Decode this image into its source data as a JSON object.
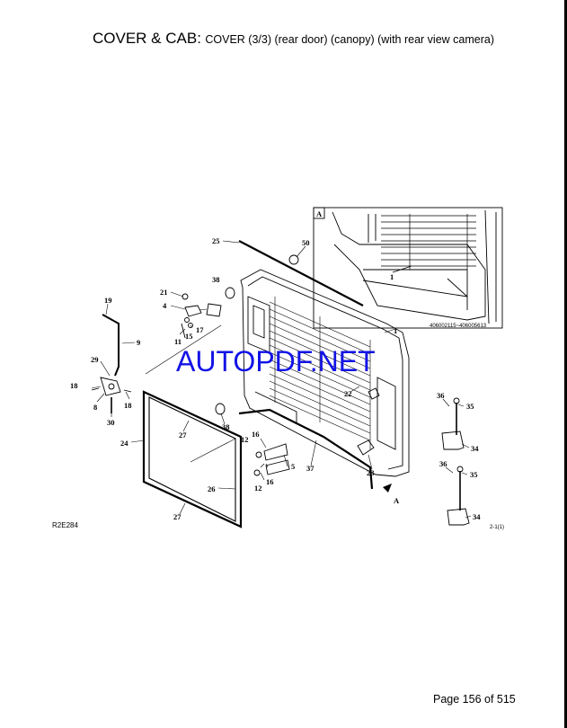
{
  "header": {
    "title_main": "COVER & CAB:",
    "title_sub": "COVER (3/3) (rear door) (canopy) (with rear view camera)"
  },
  "diagram": {
    "detail_label": "A",
    "detail_part_range": "406002115~406005613",
    "view_arrow_label": "A",
    "revision_mark": "2-1(1)",
    "callouts": {
      "c1a": "1",
      "c1b": "1",
      "c4": "4",
      "c5": "5",
      "c8": "8",
      "c9": "9",
      "c11": "11",
      "c12a": "12",
      "c12b": "12",
      "c15": "15",
      "c16a": "16",
      "c16b": "16",
      "c17": "17",
      "c18a": "18",
      "c18b": "18",
      "c19": "19",
      "c21": "21",
      "c22": "22",
      "c23": "23",
      "c24": "24",
      "c25": "25",
      "c26": "26",
      "c27a": "27",
      "c27b": "27",
      "c29": "29",
      "c30": "30",
      "c34a": "34",
      "c34b": "34",
      "c35a": "35",
      "c35b": "35",
      "c36a": "36",
      "c36b": "36",
      "c37": "37",
      "c38a": "38",
      "c38b": "38",
      "c50": "50"
    }
  },
  "watermark": "AUTOPDF.NET",
  "drawing_code": "R2E284",
  "footer": {
    "page_text": "Page 156 of 515"
  }
}
